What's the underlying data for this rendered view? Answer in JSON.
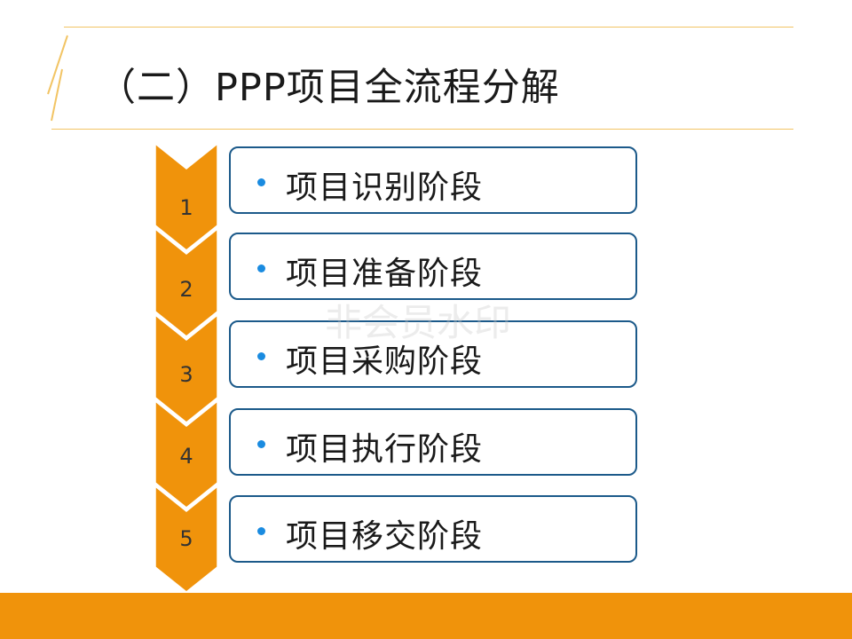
{
  "slide": {
    "title": "（二）PPP项目全流程分解",
    "watermark": "非会员水印",
    "accent_color": "#f0930b",
    "border_color": "#1c5a8a",
    "bullet_color": "#1a8be0"
  },
  "stages": [
    {
      "number": "1",
      "label": "项目识别阶段"
    },
    {
      "number": "2",
      "label": "项目准备阶段"
    },
    {
      "number": "3",
      "label": "项目采购阶段"
    },
    {
      "number": "4",
      "label": "项目执行阶段"
    },
    {
      "number": "5",
      "label": "项目移交阶段"
    }
  ]
}
